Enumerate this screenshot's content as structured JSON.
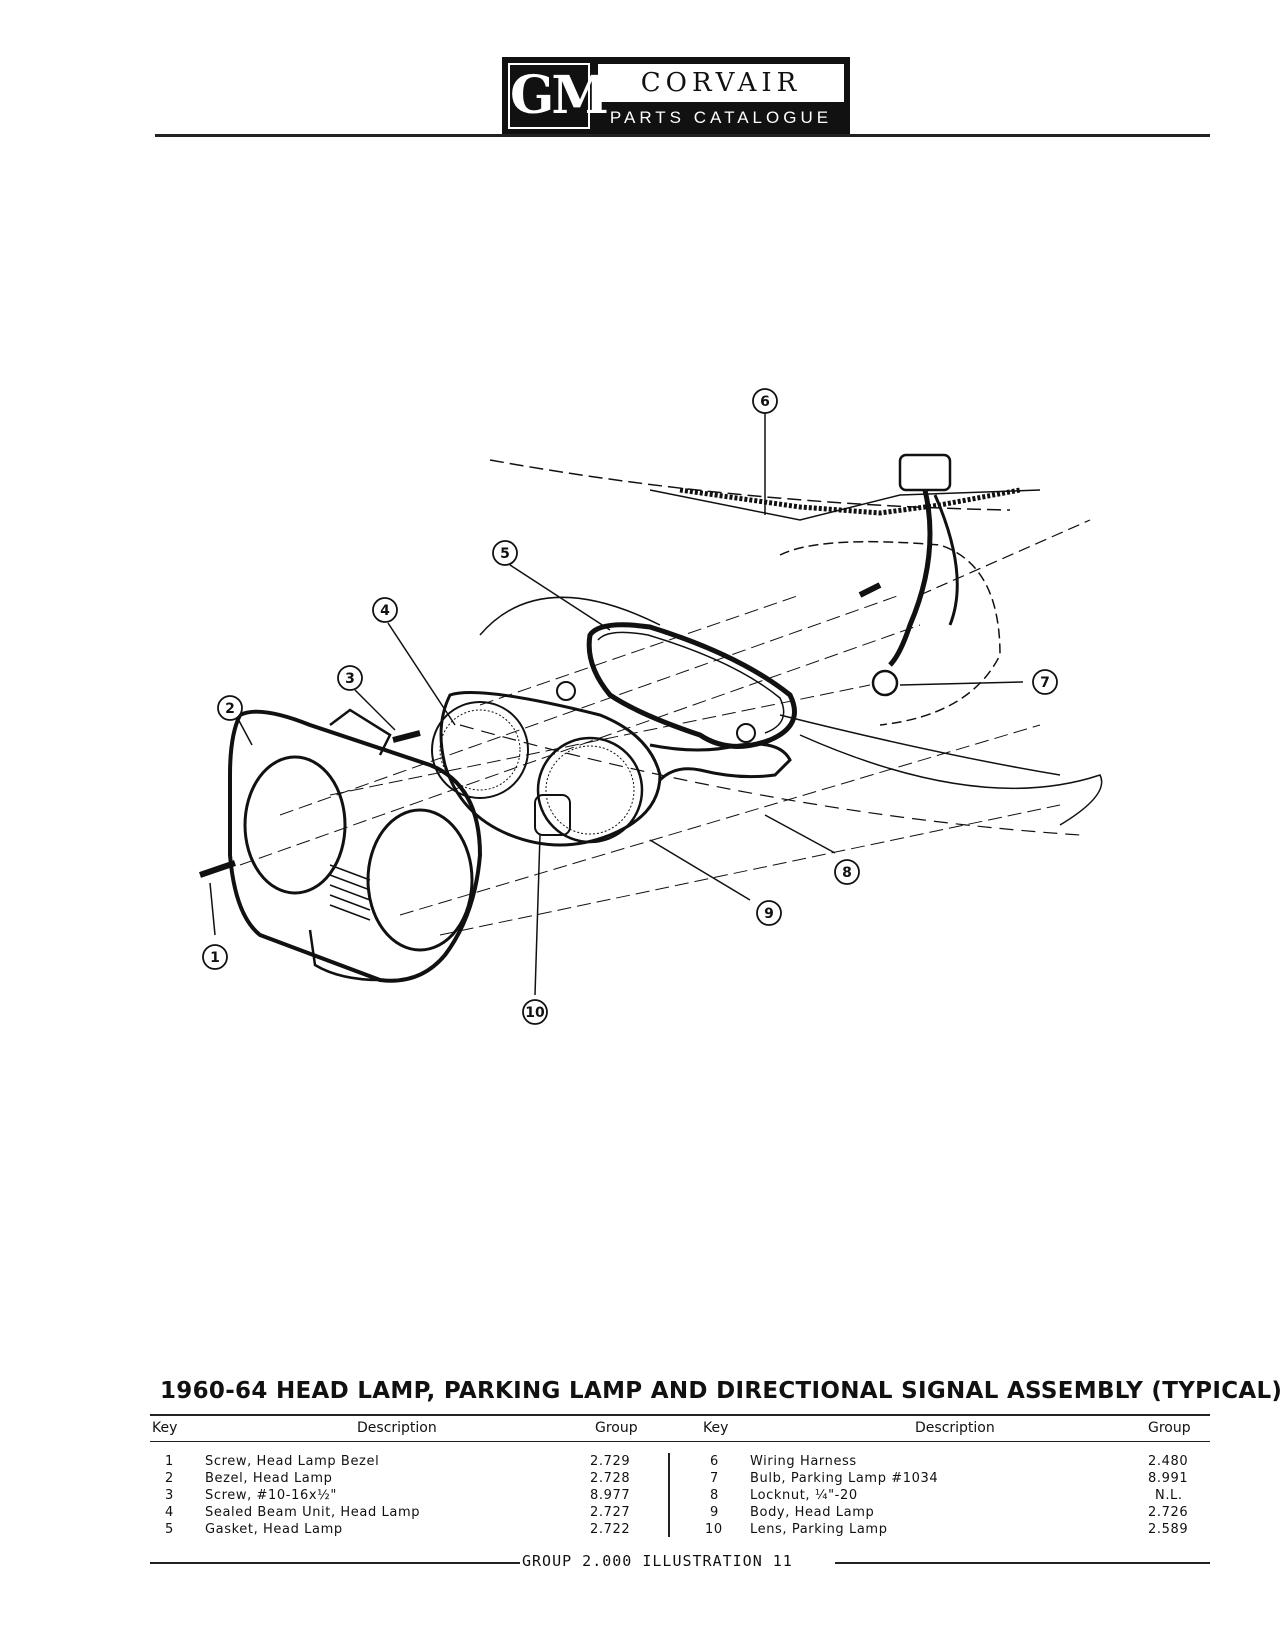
{
  "header": {
    "logo_mark": "GM",
    "logo_title": "CORVAIR",
    "logo_subtitle": "PARTS CATALOGUE"
  },
  "illustration": {
    "callouts": [
      "1",
      "2",
      "3",
      "4",
      "5",
      "6",
      "7",
      "8",
      "9",
      "10"
    ]
  },
  "title": "1960-64 HEAD LAMP, PARKING LAMP AND DIRECTIONAL SIGNAL ASSEMBLY (TYPICAL)",
  "table": {
    "headers": {
      "key": "Key",
      "description": "Description",
      "group": "Group"
    },
    "left_rows": [
      {
        "key": "1",
        "description": "Screw, Head Lamp Bezel",
        "group": "2.729"
      },
      {
        "key": "2",
        "description": "Bezel, Head Lamp",
        "group": "2.728"
      },
      {
        "key": "3",
        "description": "Screw, #10-16x½\"",
        "group": "8.977"
      },
      {
        "key": "4",
        "description": "Sealed Beam Unit, Head Lamp",
        "group": "2.727"
      },
      {
        "key": "5",
        "description": "Gasket, Head Lamp",
        "group": "2.722"
      }
    ],
    "right_rows": [
      {
        "key": "6",
        "description": "Wiring Harness",
        "group": "2.480"
      },
      {
        "key": "7",
        "description": "Bulb, Parking Lamp #1034",
        "group": "8.991"
      },
      {
        "key": "8",
        "description": "Locknut, ¼\"-20",
        "group": "N.L."
      },
      {
        "key": "9",
        "description": "Body, Head Lamp",
        "group": "2.726"
      },
      {
        "key": "10",
        "description": "Lens, Parking Lamp",
        "group": "2.589"
      }
    ]
  },
  "footer": "GROUP 2.000 ILLUSTRATION 11"
}
